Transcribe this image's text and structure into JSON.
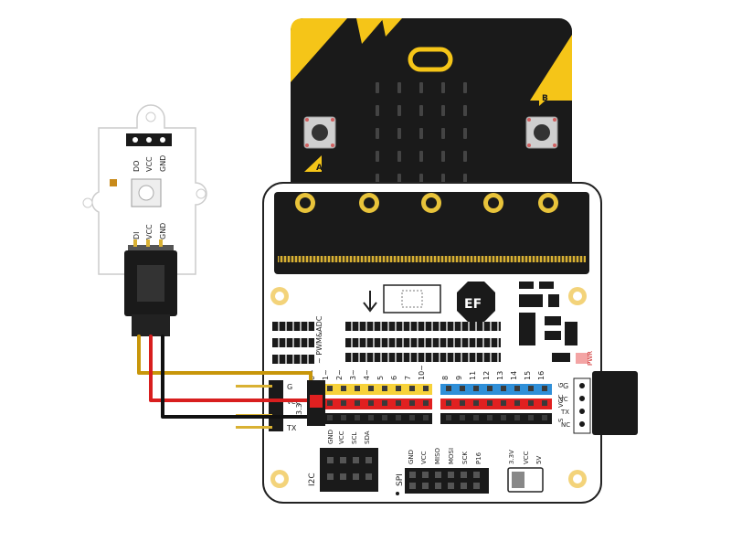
{
  "colors": {
    "board_black": "#1a1a1a",
    "microbit_yellow": "#f5c518",
    "gold_pad": "#e8c33a",
    "pcb_white": "#ffffff",
    "header_red": "#e02020",
    "header_yellow": "#f7d23a",
    "header_blue": "#2f8fd8",
    "wire_red": "#d81e1e",
    "wire_black": "#111111",
    "wire_gold": "#c8960a"
  },
  "microbit": {
    "button_a": "A",
    "button_b": "B"
  },
  "led_module": {
    "top_labels": [
      "DO",
      "VCC",
      "GND"
    ],
    "bottom_labels": [
      "DI",
      "VCC",
      "GND"
    ]
  },
  "expansion": {
    "pwm_label": "~ PWM&ADC",
    "pin_numbers_left": [
      "0~",
      "1~",
      "2~",
      "3~",
      "4~",
      "5",
      "6",
      "7",
      "10~"
    ],
    "pin_numbers_right": [
      "8",
      "9",
      "11",
      "12",
      "13",
      "14",
      "15",
      "16"
    ],
    "row_labels_left": [
      "3.3"
    ],
    "row_labels_right": [
      "G",
      "VCC",
      "S"
    ],
    "uart_header": [
      "G",
      "VCC",
      "TX"
    ],
    "uart_right": [
      "G",
      "VC",
      "TX",
      "NC"
    ],
    "i2c": {
      "title": "I2C",
      "pins": [
        "GND",
        "VCC",
        "SCL",
        "SDA"
      ]
    },
    "spi": {
      "title": "SPI",
      "pins": [
        "GND",
        "VCC",
        "MISO",
        "MOSI",
        "SCK",
        "P16"
      ]
    },
    "power_switch": [
      "3.3V",
      "VCC",
      "5V"
    ],
    "pwr_led": "PWR"
  }
}
